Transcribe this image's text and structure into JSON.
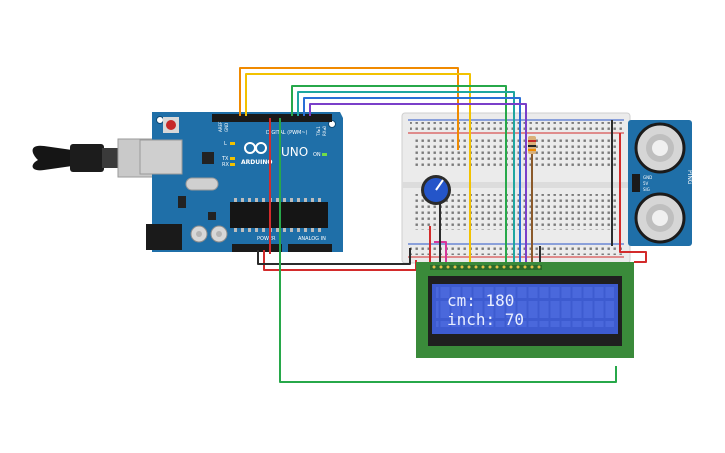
{
  "arduino": {
    "brand": "ARDUINO",
    "model": "UNO",
    "digital_label": "DIGITAL (PWM~)",
    "power_label": "POWER",
    "analog_label": "ANALOG IN",
    "led_l": "L",
    "led_tx": "TX",
    "led_rx": "RX",
    "on_label": "ON",
    "aref_label": "AREF",
    "gnd_label": "GND",
    "tx_pin": "TX▸1",
    "rx_pin": "RX◂0"
  },
  "sensor": {
    "name": "PING",
    "pins": [
      "GND",
      "5V",
      "SIG"
    ]
  },
  "lcd": {
    "line1": "cm: 180",
    "line2": "inch: 70"
  },
  "colors": {
    "board": "#1f6fa8",
    "breadboard": "#ebebeb",
    "lcd_pcb": "#3a8a3a",
    "lcd_screen": "#3d5bd0",
    "wire_red": "#d32b2b",
    "wire_black": "#2b2b2b",
    "wire_orange": "#f08a00",
    "wire_yellow": "#f2c200",
    "wire_green": "#27a84a",
    "wire_teal": "#1fa6a0",
    "wire_blue": "#2a6fd6",
    "wire_purple": "#7a3fc9",
    "wire_pink": "#d8369a",
    "wire_brown": "#8b5a2b"
  }
}
